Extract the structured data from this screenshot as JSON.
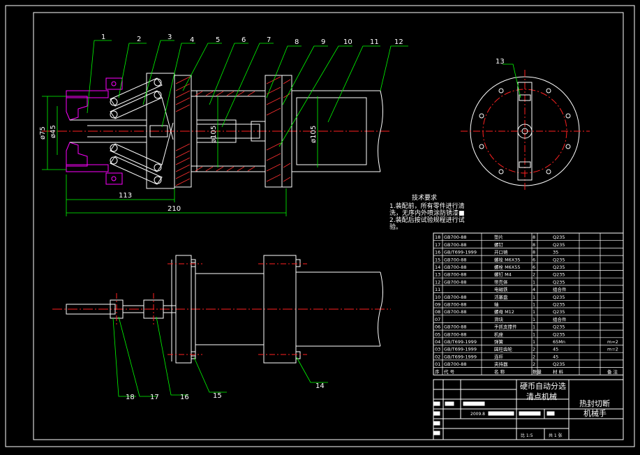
{
  "colors": {
    "background": "#000000",
    "outline": "#ffffff",
    "leader": "#00ff00",
    "centerline": "#ff2020",
    "hatch": "#ff3030",
    "magenta": "#ff00ff",
    "dimension": "#00ff00"
  },
  "callouts": [
    "1",
    "2",
    "3",
    "4",
    "5",
    "6",
    "7",
    "8",
    "9",
    "10",
    "11",
    "12",
    "13",
    "14",
    "15",
    "16",
    "17",
    "18"
  ],
  "dimensions": {
    "d75": "ø75",
    "d45": "ø45",
    "d105_inner": "ø105",
    "d105_outer": "ø105",
    "len113": "113",
    "len210": "210"
  },
  "notes": {
    "title": "技术要求",
    "lines": [
      "1.装配前，所有零件进行清",
      "洗，无序内外喷涂防锈漆■",
      "2.装配后按试验规程进行试",
      "验。"
    ]
  },
  "bom": {
    "rows": [
      [
        "18",
        "GB700-88",
        "垫片",
        "8",
        "Q235",
        ""
      ],
      [
        "17",
        "GB700-88",
        "螺钉",
        "8",
        "Q235",
        ""
      ],
      [
        "16",
        "GB/T699-1999",
        "开口销",
        "8",
        "35",
        ""
      ],
      [
        "15",
        "GB700-88",
        "螺栓 M6X35",
        "6",
        "Q235",
        ""
      ],
      [
        "14",
        "GB700-88",
        "螺栓 M6X55",
        "6",
        "Q235",
        ""
      ],
      [
        "13",
        "GB700-88",
        "螺钉 M4",
        "2",
        "Q235",
        ""
      ],
      [
        "12",
        "GB700-88",
        "带壳体",
        "1",
        "Q235",
        ""
      ],
      [
        "11",
        "",
        "电磁铁",
        "4",
        "组合件",
        ""
      ],
      [
        "10",
        "GB700-88",
        "活塞盘",
        "1",
        "Q235",
        ""
      ],
      [
        "09",
        "GB700-88",
        "轴",
        "1",
        "Q235",
        ""
      ],
      [
        "08",
        "GB700-88",
        "螺母 M12",
        "1",
        "Q235",
        ""
      ],
      [
        "07",
        "",
        "滑块",
        "1",
        "组合件",
        ""
      ],
      [
        "06",
        "GB700-88",
        "手抓支撑件",
        "1",
        "Q235",
        ""
      ],
      [
        "05",
        "GB700-88",
        "机座",
        "1",
        "Q235",
        ""
      ],
      [
        "04",
        "GB/T699-1999",
        "弹簧",
        "1",
        "65Mn",
        "m=2"
      ],
      [
        "03",
        "GB/T699-1999",
        "圆柱齿轮",
        "2",
        "45",
        "m=2"
      ],
      [
        "02",
        "GB/T699-1999",
        "连杆",
        "2",
        "45",
        ""
      ],
      [
        "01",
        "GB700-88",
        "夹持器",
        "2",
        "Q235",
        ""
      ]
    ],
    "header": [
      "序",
      "代 号",
      "名 称",
      "数量",
      "材 料",
      "备 注"
    ]
  },
  "title_block": {
    "project_line1": "硬币自动分选",
    "project_line2": "清点机械",
    "drawing_line1": "热封切断",
    "drawing_line2": "机械手",
    "scale_label": "比 1:5",
    "sheet_label": "共 1 张",
    "date": "2009.8"
  }
}
